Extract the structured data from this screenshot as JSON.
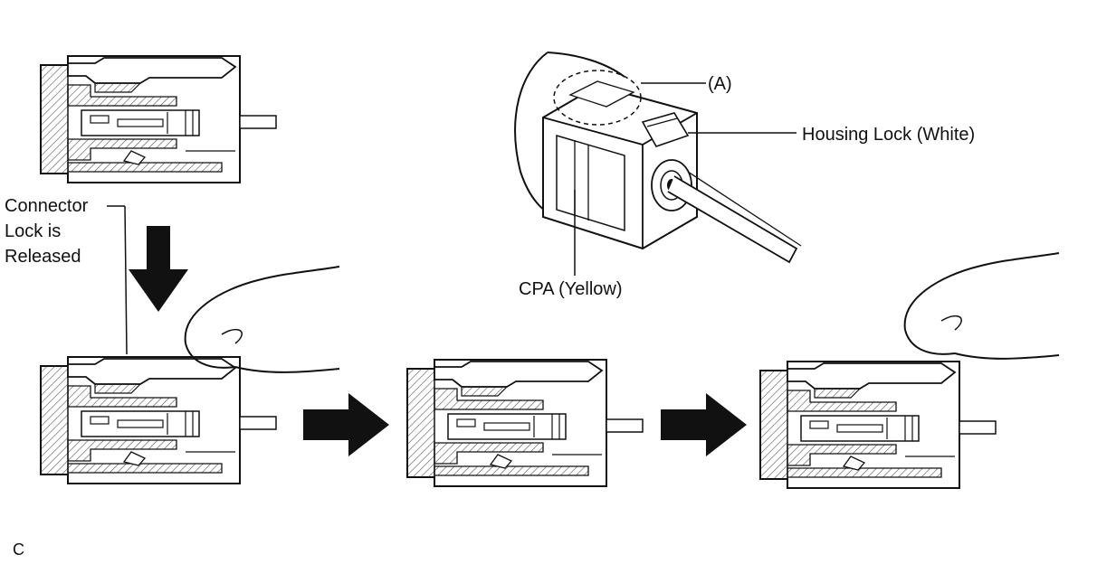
{
  "labels": {
    "connector_lock_line1": "Connector",
    "connector_lock_line2": "Lock is",
    "connector_lock_line3": "Released",
    "callout_a": "(A)",
    "housing_lock": "Housing Lock (White)",
    "cpa": "CPA (Yellow)",
    "figure_code": "C"
  },
  "colors": {
    "ink": "#111111",
    "hatch": "#555555",
    "paper": "#ffffff"
  },
  "icons": [
    "arrow-down-icon",
    "arrow-right-icon",
    "finger-icon"
  ]
}
